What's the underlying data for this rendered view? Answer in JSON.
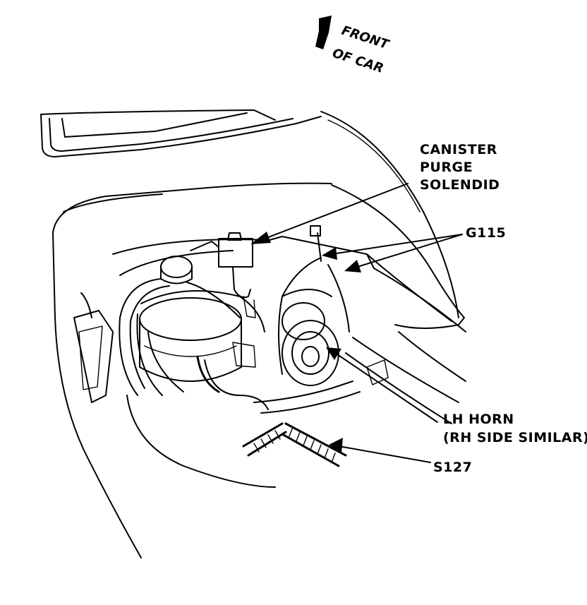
{
  "front_indicator": {
    "line1": "FRONT",
    "line2": "OF CAR",
    "arrow_icon": "arrow-up-left-icon"
  },
  "callouts": {
    "canister": {
      "line1": "CANISTER",
      "line2": "PURGE",
      "line3": "SOLENDID"
    },
    "ground": {
      "label": "G115"
    },
    "horn": {
      "line1": "LH HORN",
      "line2": "(RH SIDE SIMILAR)"
    },
    "splice": {
      "label": "S127"
    }
  },
  "colors": {
    "ink": "#000000",
    "paper": "#ffffff"
  }
}
